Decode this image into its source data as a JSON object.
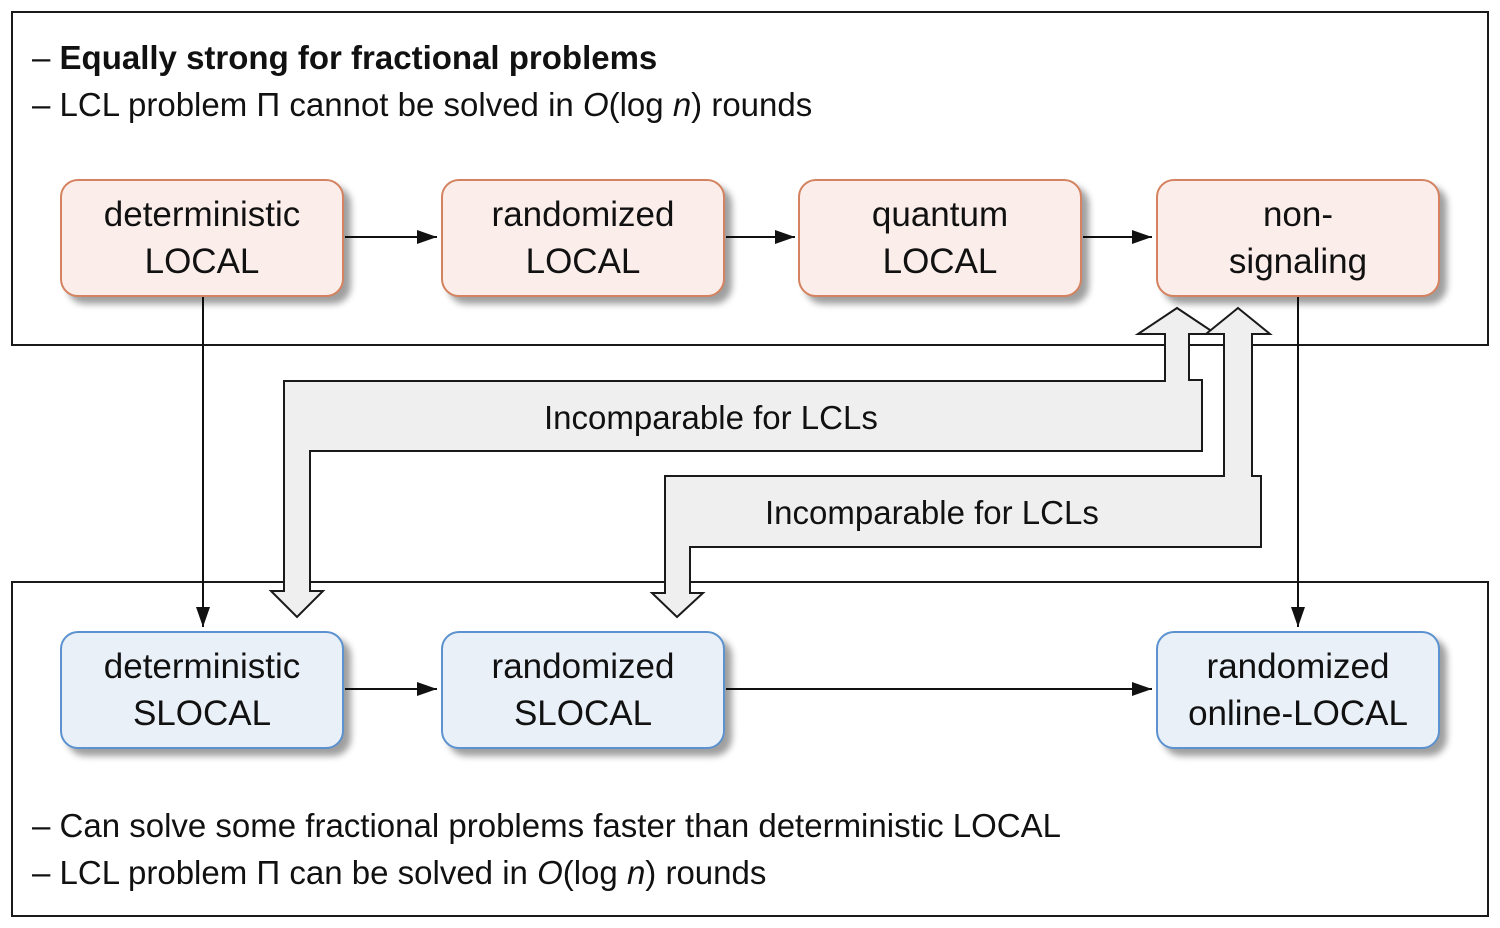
{
  "top_panel": {
    "line1_prefix": "– ",
    "line1_bold": "Equally strong for fractional problems",
    "line2_prefix": "– LCL problem Π cannot be solved in ",
    "line2_O": "O",
    "line2_mid": "(log ",
    "line2_n": "n",
    "line2_suffix": ") rounds"
  },
  "bottom_panel": {
    "line1": "– Can solve some fractional problems faster than deterministic LOCAL",
    "line2_prefix": "– LCL problem Π can be solved in ",
    "line2_O": "O",
    "line2_mid": "(log ",
    "line2_n": "n",
    "line2_suffix": ") rounds"
  },
  "nodes": {
    "det_local": [
      "deterministic",
      "LOCAL"
    ],
    "rand_local": [
      "randomized",
      "LOCAL"
    ],
    "quantum_local": [
      "quantum",
      "LOCAL"
    ],
    "non_signaling": [
      "non-",
      "signaling"
    ],
    "det_slocal": [
      "deterministic",
      "SLOCAL"
    ],
    "rand_slocal": [
      "randomized",
      "SLOCAL"
    ],
    "rand_online": [
      "randomized",
      "online-LOCAL"
    ]
  },
  "comparisons": [
    {
      "label": "Incomparable for LCLs"
    },
    {
      "label": "Incomparable for LCLs"
    }
  ],
  "colors": {
    "local_fill": "#fbeeea",
    "local_border": "#d4825f",
    "slocal_fill": "#e9f0f8",
    "slocal_border": "#5b92cf",
    "block_arrow_fill": "#efefef"
  }
}
